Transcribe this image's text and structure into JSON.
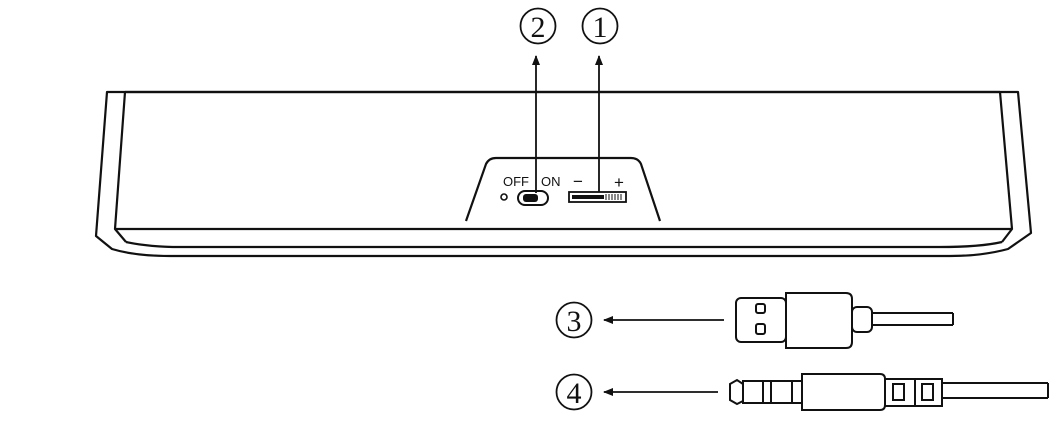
{
  "callouts": {
    "c1": "1",
    "c2": "2",
    "c3": "3",
    "c4": "4"
  },
  "panel": {
    "off_label": "OFF",
    "on_label": "ON",
    "minus_label": "−",
    "plus_label": "+"
  },
  "colors": {
    "line": "#111111",
    "background": "#ffffff"
  }
}
